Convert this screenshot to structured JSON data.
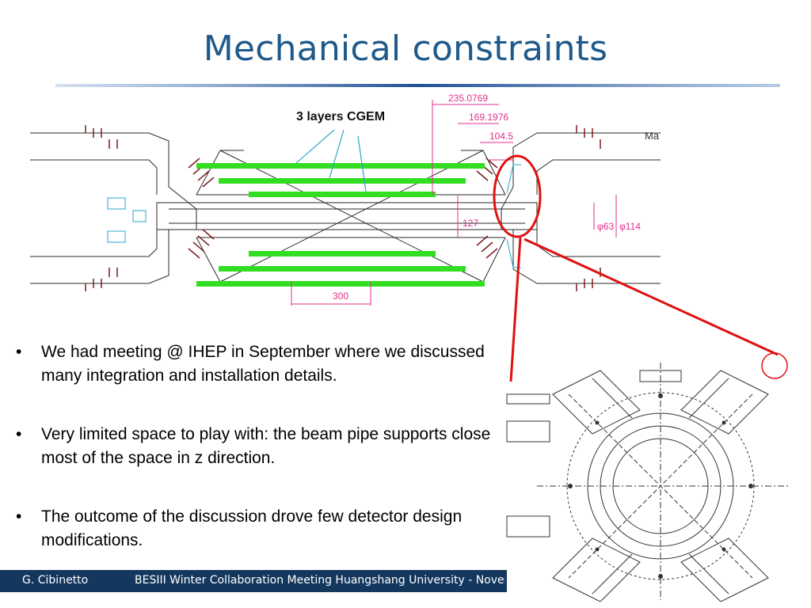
{
  "slide": {
    "title": "Mechanical constraints",
    "diagram": {
      "label": "3 layers CGEM",
      "dims": [
        "235.0769",
        "169.1976",
        "104.5",
        "300",
        "127",
        "φ63",
        "φ114",
        "Ma"
      ]
    },
    "bullets": [
      "We had meeting @ IHEP in September where we discussed many integration and installation details.",
      "Very limited space to play with: the beam pipe supports close most of the space in z direction.",
      "The outcome of the discussion drove few detector design modifications."
    ],
    "footer": {
      "author": "G. Cibinetto",
      "event": "BESIII Winter Collaboration Meeting Huangshang University - November"
    },
    "colors": {
      "title": "#1f5a8a",
      "footer_bg": "#14375e",
      "cgem_layers": "#33dd22",
      "highlight": "#e01010",
      "dimension_lines": "#e0308c",
      "arrows": "#2aa7c9"
    }
  }
}
